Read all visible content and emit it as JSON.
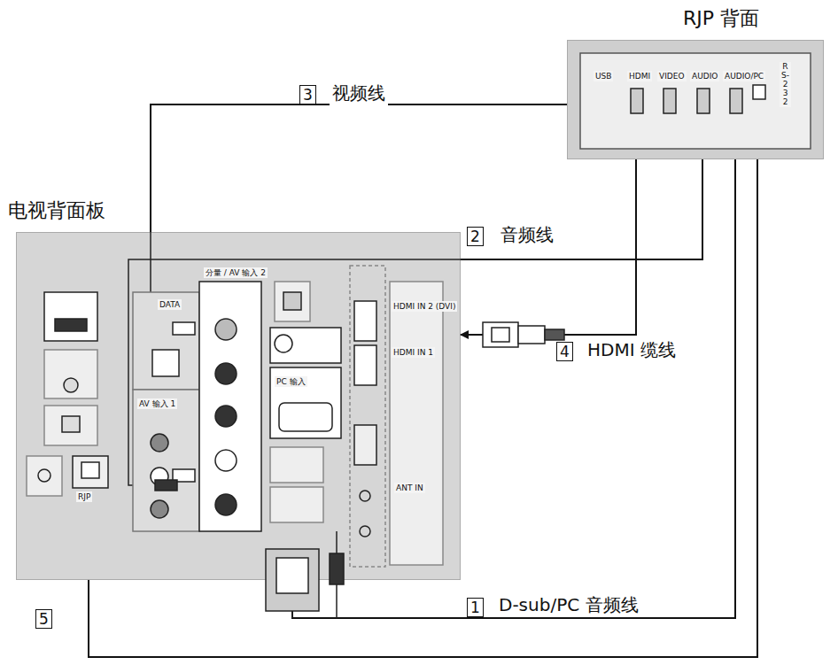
{
  "diagram": {
    "nodes": [
      {
        "text": [
          "电视背面板"
        ]
      },
      {
        "text": [
          "RJP 背面"
        ]
      }
    ],
    "edges": [
      {
        "from": 1,
        "to": 0,
        "arrow": "none",
        "label": "视频线"
      },
      {
        "from": 1,
        "to": 0,
        "arrow": "none",
        "label": "音频线"
      },
      {
        "from": 1,
        "to": 0,
        "arrow": "to",
        "label": "HDMI 缆线"
      },
      {
        "from": 1,
        "to": 0,
        "arrow": "to",
        "label": "D-sub/PC 音频线"
      },
      {
        "from": 1,
        "to": 0,
        "arrow": "none"
      }
    ],
    "labels": [
      "3",
      "2",
      "4",
      "1",
      "5",
      "USB",
      "HDMI",
      "VIDEO",
      "AUDIO",
      "AUDIO/PC",
      "RS-232",
      "DATA",
      "分量 / AV 输入 2",
      "AV 输入 1",
      "RJP",
      "PC 输入",
      "HDMI IN 2 (DVI)",
      "HDMI IN 1",
      "ANT IN"
    ]
  }
}
